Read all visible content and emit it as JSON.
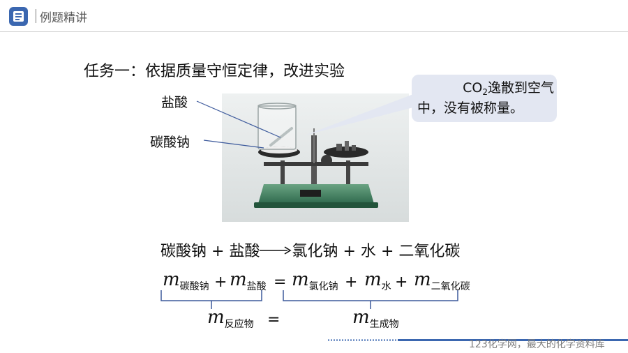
{
  "header": {
    "title": "例题精讲",
    "accent_color": "#3b67b0"
  },
  "task": {
    "title": "任务一：依据质量守恒定律，改进实验"
  },
  "labels": {
    "acid": "盐酸",
    "soda": "碳酸钠"
  },
  "callout": {
    "formula_main": "CO",
    "formula_sub": "2",
    "line1_rest": "逸散到空气",
    "line2": "中，没有被称量。"
  },
  "word_equation": {
    "reactant1": "碳酸钠",
    "plus1": "+",
    "reactant2": "盐酸",
    "product1": "氯化钠",
    "plus2": "+",
    "product2": "水",
    "plus3": "+",
    "product3": "二氧化碳"
  },
  "mass_equation": {
    "m": "m",
    "sub_soda": "碳酸钠",
    "sub_acid": "盐酸",
    "sub_nacl": "氯化钠",
    "sub_water": "水",
    "sub_co2": "二氧化碳",
    "sub_reactants": "反应物",
    "sub_products": "生成物",
    "plus": "+",
    "equals": "="
  },
  "footer": {
    "watermark": "123化学网，最大的化学资料库"
  }
}
